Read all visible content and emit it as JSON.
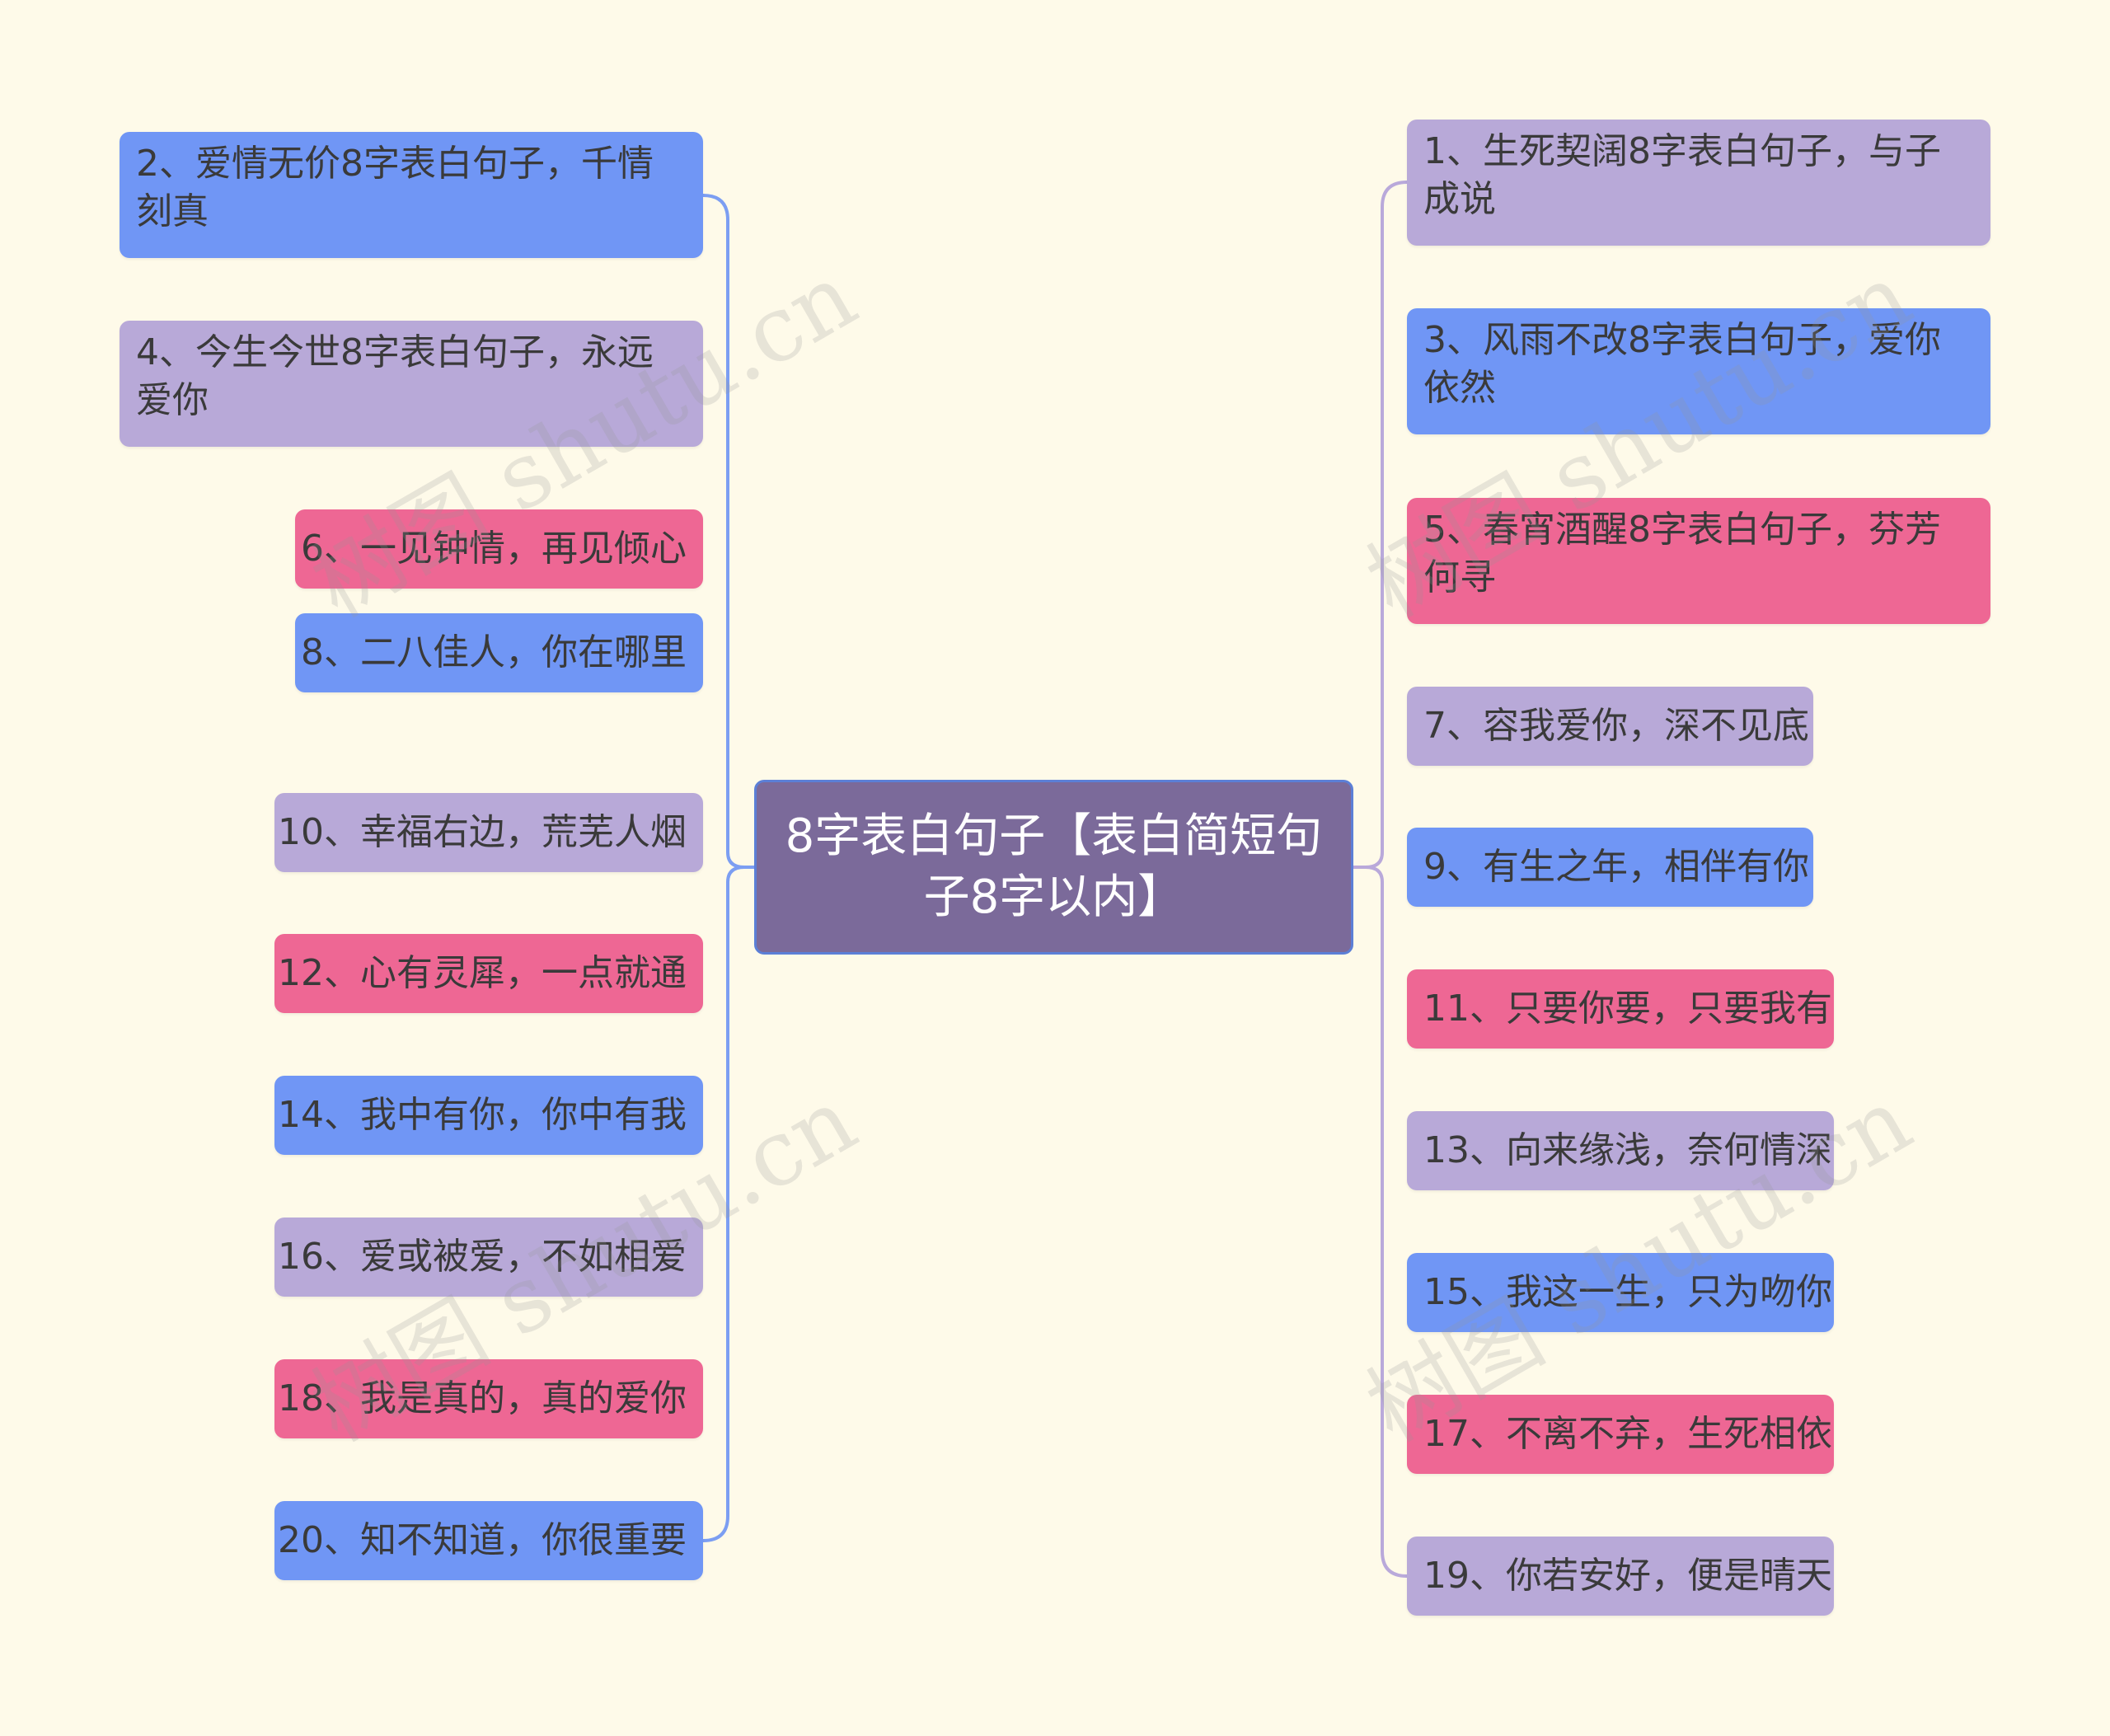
{
  "colors": {
    "background": "#fefae9",
    "center": "#7b6a9a",
    "center_border": "#5c7fd6",
    "blue": "#7096f5",
    "lavender": "#b8a9d8",
    "pink": "#ee6794",
    "left_connector": "#7c9ef2",
    "right_connector": "#b9a9da"
  },
  "center": {
    "text": "8字表白句子【表白简短句子8字以内】"
  },
  "left_nodes": [
    {
      "text": "2、爱情无价8字表白句子，千情刻真",
      "color": "blue"
    },
    {
      "text": "4、今生今世8字表白句子，永远爱你",
      "color": "lavender"
    },
    {
      "text": "6、一见钟情，再见倾心",
      "color": "pink"
    },
    {
      "text": "8、二八佳人，你在哪里",
      "color": "blue"
    },
    {
      "text": "10、幸福右边，荒芜人烟",
      "color": "lavender"
    },
    {
      "text": "12、心有灵犀，一点就通",
      "color": "pink"
    },
    {
      "text": "14、我中有你，你中有我",
      "color": "blue"
    },
    {
      "text": "16、爱或被爱，不如相爱",
      "color": "lavender"
    },
    {
      "text": "18、我是真的，真的爱你",
      "color": "pink"
    },
    {
      "text": "20、知不知道，你很重要",
      "color": "blue"
    }
  ],
  "right_nodes": [
    {
      "text": "1、生死契阔8字表白句子，与子成说",
      "color": "lavender"
    },
    {
      "text": "3、风雨不改8字表白句子，爱你依然",
      "color": "blue"
    },
    {
      "text": "5、春宵酒醒8字表白句子，芬芳何寻",
      "color": "pink"
    },
    {
      "text": "7、容我爱你，深不见底",
      "color": "lavender"
    },
    {
      "text": "9、有生之年，相伴有你",
      "color": "blue"
    },
    {
      "text": "11、只要你要，只要我有",
      "color": "pink"
    },
    {
      "text": "13、向来缘浅，奈何情深",
      "color": "lavender"
    },
    {
      "text": "15、我这一生，只为吻你",
      "color": "blue"
    },
    {
      "text": "17、不离不弃，生死相依",
      "color": "pink"
    },
    {
      "text": "19、你若安好，便是晴天",
      "color": "lavender"
    }
  ],
  "watermark": {
    "text": "树图 shutu.cn"
  }
}
